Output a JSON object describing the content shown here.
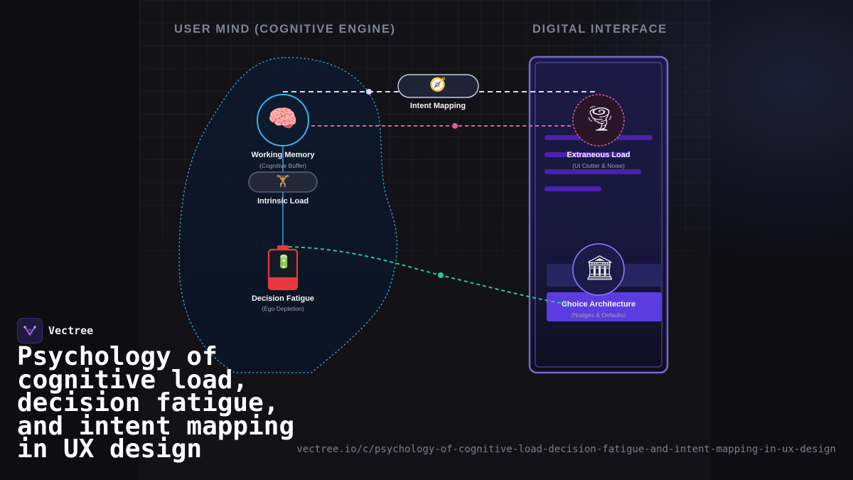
{
  "sections": {
    "left_title": "USER MIND (COGNITIVE ENGINE)",
    "right_title": "DIGITAL INTERFACE"
  },
  "nodes": {
    "intent_mapping": {
      "label": "Intent Mapping",
      "icon": "compass-icon"
    },
    "working_memory": {
      "label": "Working Memory",
      "sub": "(Cognitive Buffer)",
      "icon": "brain-icon"
    },
    "intrinsic_load": {
      "label": "Intrinsic Load",
      "icon": "weightlifter-icon"
    },
    "decision_fatigue": {
      "label": "Decision Fatigue",
      "sub": "(Ego Depletion)",
      "icon": "battery-icon"
    },
    "extraneous_load": {
      "label": "Extraneous Load",
      "sub": "(UI Clutter & Noise)",
      "icon": "tornado-icon"
    },
    "choice_architecture": {
      "label": "Choice Architecture",
      "sub": "(Nudges & Defaults)",
      "icon": "classical-building-icon"
    }
  },
  "brand": {
    "name": "Vectree"
  },
  "headline": "Psychology of cognitive load, decision fatigue, and intent mapping in UX design",
  "url": "vectree.io/c/psychology-of-cognitive-load-decision-fatigue-and-intent-mapping-in-ux-design",
  "colors": {
    "mind_outline": "#3aa8e0",
    "phone_outline": "#8a78e8",
    "intent_link": "#d8dcee",
    "extraneous_link": "#e0609e",
    "choice_link": "#28c995",
    "battery_red": "#e8383e"
  }
}
